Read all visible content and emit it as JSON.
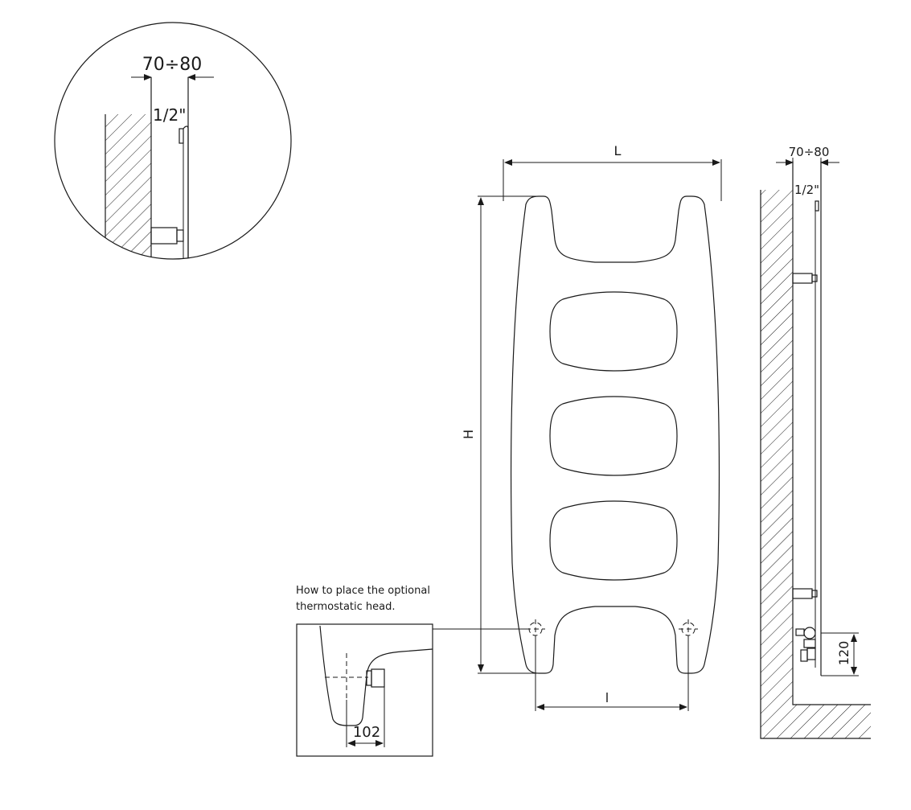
{
  "labels": {
    "gap_detail": "70÷80",
    "pipe_detail": "1/2\"",
    "width": "L",
    "height": "H",
    "connection_distance": "l",
    "gap_side": "70÷80",
    "pipe_side": "1/2\"",
    "floor_height": "120",
    "thermo_offset": "102"
  },
  "note": {
    "line1": "How to place the optional",
    "line2": "thermostatic head."
  },
  "colors": {
    "stroke": "#1a1a1a",
    "background": "#ffffff"
  }
}
